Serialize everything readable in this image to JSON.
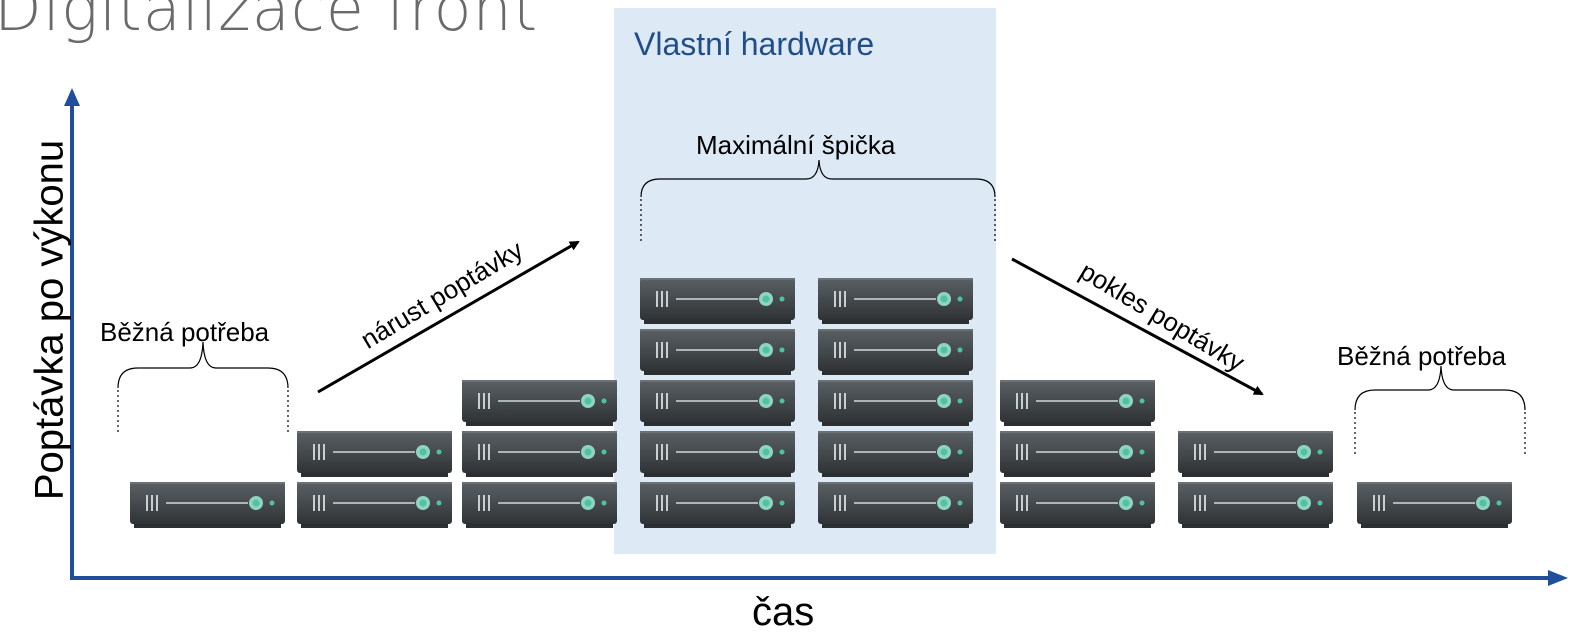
{
  "title": "Digitalizace front",
  "hardware_zone": {
    "label": "Vlastní hardware"
  },
  "axes": {
    "y_label": "Poptávka po výkonu",
    "x_label": "čas"
  },
  "annotations": {
    "peak": "Maximální špička",
    "normal_left": "Běžná potřeba",
    "normal_right": "Běžná potřeba",
    "growth": "nárust poptávky",
    "decline": "pokles poptávky"
  },
  "stacks": [
    {
      "servers": 1
    },
    {
      "servers": 2
    },
    {
      "servers": 3
    },
    {
      "servers": 5
    },
    {
      "servers": 5
    },
    {
      "servers": 3
    },
    {
      "servers": 2
    },
    {
      "servers": 1
    }
  ],
  "colors": {
    "axis": "#1f4e9c",
    "zone": "#dde9f4",
    "zone_text": "#1f4e89",
    "server_body": "#3f4447",
    "server_edge": "#2b2f32",
    "server_led": "#4fc3a1"
  }
}
